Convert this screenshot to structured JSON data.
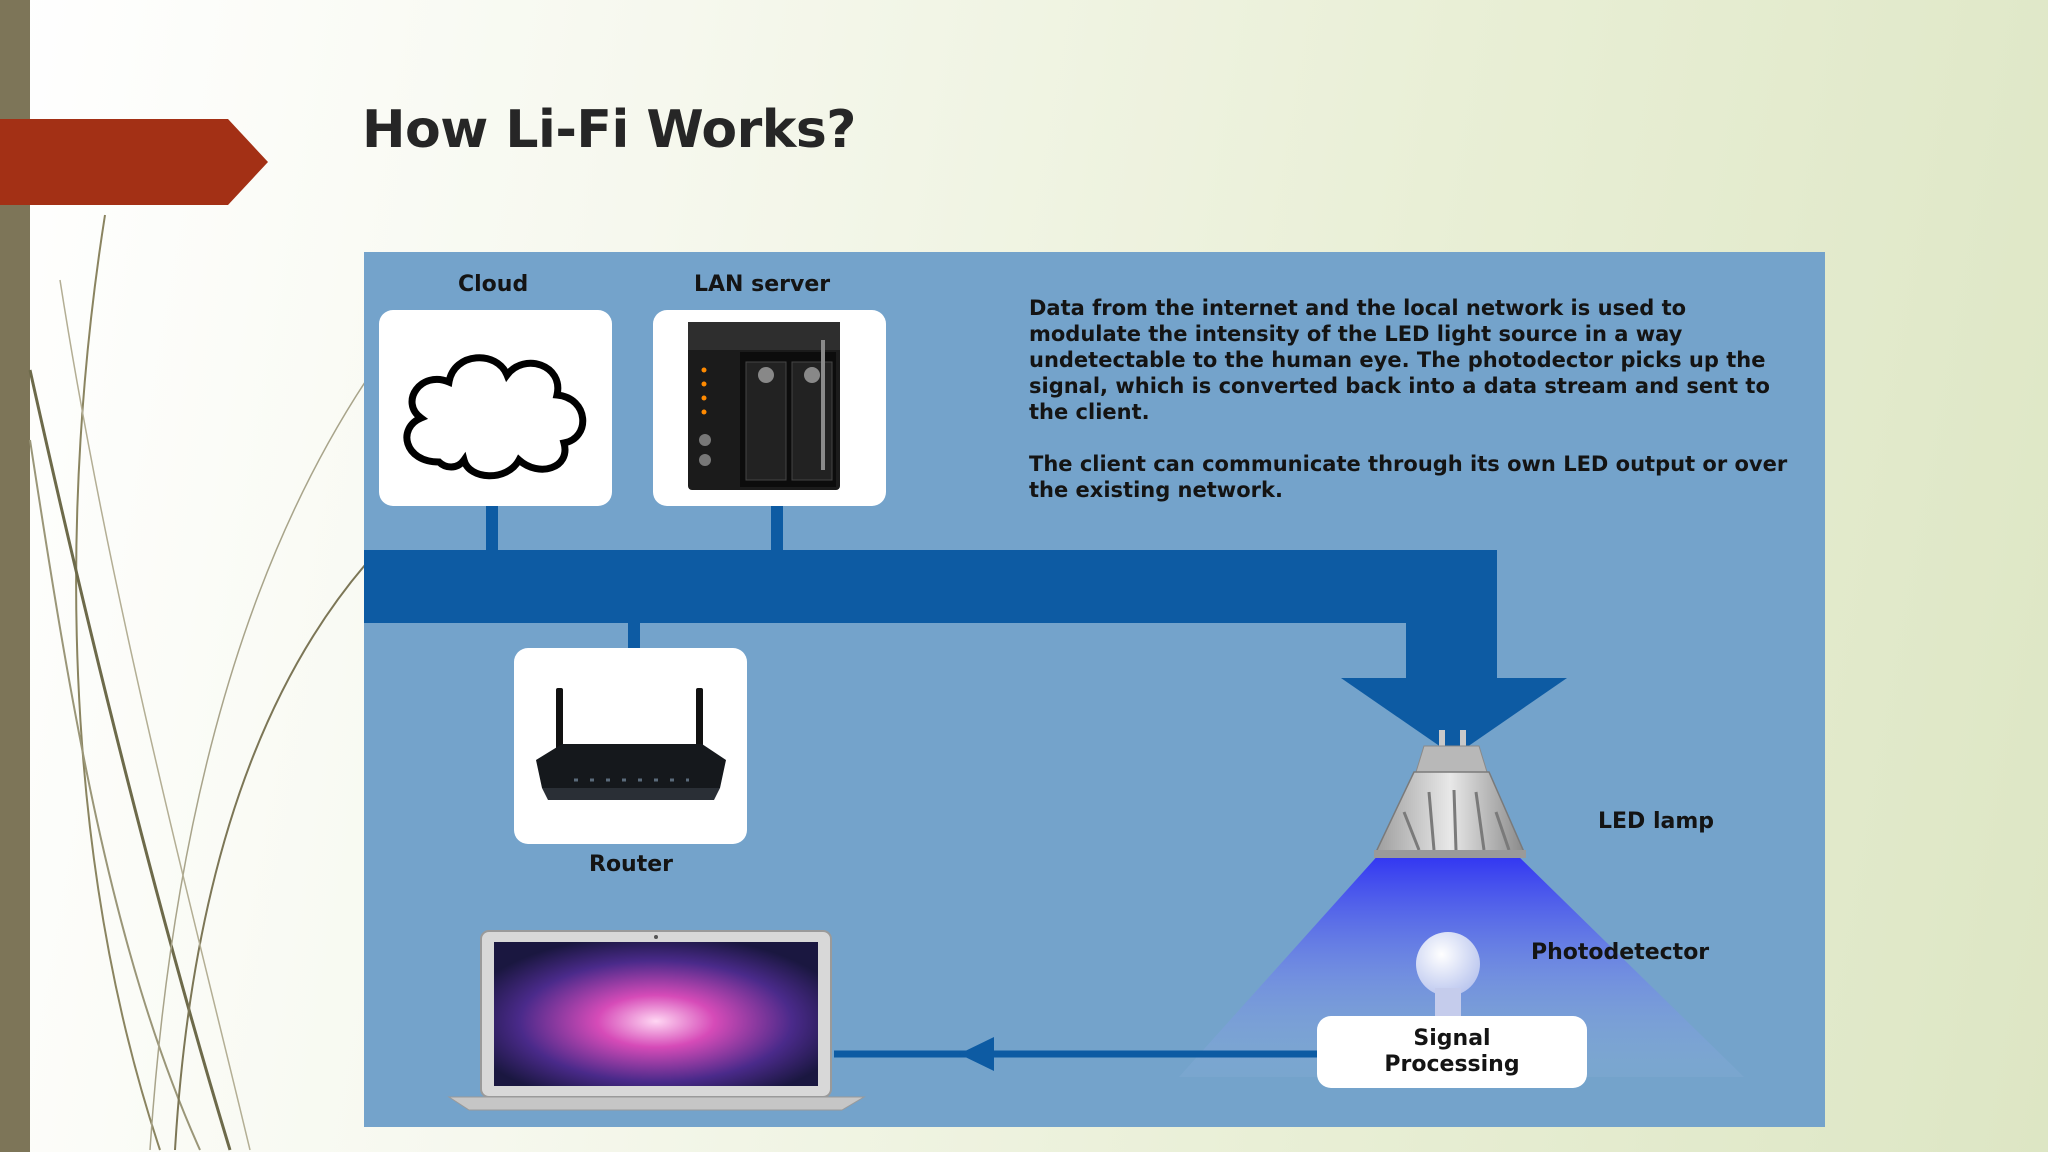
{
  "slide": {
    "title": "How Li-Fi Works?"
  },
  "diagram": {
    "labels": {
      "cloud": "Cloud",
      "lan_server": "LAN server",
      "router": "Router",
      "led_lamp": "LED lamp",
      "photodetector": "Photodetector",
      "signal_processing_line1": "Signal",
      "signal_processing_line2": "Processing"
    },
    "description": {
      "paragraph1": "Data from the internet and the local network is used to modulate the intensity of the LED light source in a way undetectable to the human eye. The photodector picks up the signal, which is converted back into a data stream and sent to the client.",
      "paragraph2": "The client can communicate through its own LED output or over the existing network."
    },
    "colors": {
      "diagram_background": "#74a3cb",
      "network_bus": "#0d5ba3",
      "title_arrow": "#a33015",
      "light_beam": "#3a3cf0"
    },
    "icons": [
      "cloud-icon",
      "nas-server-icon",
      "router-icon",
      "laptop-icon",
      "led-lamp-icon",
      "photodetector-icon"
    ]
  }
}
